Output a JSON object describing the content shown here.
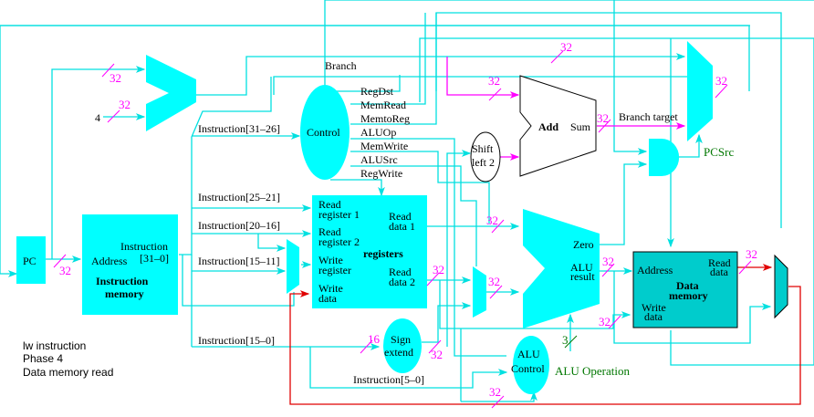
{
  "diagram": {
    "title": "MIPS multicycle datapath - lw instruction",
    "colors": {
      "active_unit": "#00ffff",
      "active_wire": "#00e0e0",
      "branch_wire": "#ff00ff",
      "write_data_wire": "#e00000",
      "data_memory": "#00cccc",
      "width_label": "#ff00ff",
      "control_label": "#007700"
    },
    "units": {
      "pc": "PC",
      "instruction_memory": {
        "address": "Address",
        "output_line1": "Instruction",
        "output_line2": "[31–0]",
        "name_line1": "Instruction",
        "name_line2": "memory"
      },
      "control": "Control",
      "registers": {
        "read_register_1_a": "Read",
        "read_register_1_b": "register 1",
        "read_register_2_a": "Read",
        "read_register_2_b": "register 2",
        "write_register_a": "Write",
        "write_register_b": "register",
        "write_data_a": "Write",
        "write_data_b": "data",
        "read_data_1_a": "Read",
        "read_data_1_b": "data 1",
        "read_data_2_a": "Read",
        "read_data_2_b": "data 2",
        "name": "registers"
      },
      "sign_extend": {
        "line1": "Sign",
        "line2": "extend"
      },
      "shift_left": {
        "line1": "Shift",
        "line2": "left 2"
      },
      "adder_branch": {
        "name": "Add",
        "output": "Sum"
      },
      "alu": {
        "zero": "Zero",
        "result_a": "ALU",
        "result_b": "result"
      },
      "alu_control": {
        "line1": "ALU",
        "line2": "Control"
      },
      "data_memory": {
        "address": "Address",
        "read_data_a": "Read",
        "read_data_b": "data",
        "write_data_a": "Write",
        "write_data_b": "data",
        "name_line1": "Data",
        "name_line2": "memory"
      }
    },
    "control_signals": [
      "RegDst",
      "MemRead",
      "MemtoReg",
      "ALUOp",
      "MemWrite",
      "ALUSrc",
      "RegWrite"
    ],
    "branch_label": "Branch",
    "branch_target_label": "Branch target",
    "pcsrc_label": "PCSrc",
    "alu_operation_label": "ALU Operation",
    "constant_four": "4",
    "instruction_fields": {
      "f31_26": "Instruction[31–26]",
      "f25_21": "Instruction[25–21]",
      "f20_16": "Instruction[20–16]",
      "f15_11": "Instruction[15–11]",
      "f15_0": "Instruction[15–0]",
      "f5_0": "Instruction[5–0]"
    },
    "bus_widths": {
      "w32": "32",
      "w16": "16",
      "w3": "3"
    },
    "notes": {
      "line1": "lw instruction",
      "line2": "Phase 4",
      "line3": "Data memory read"
    }
  }
}
